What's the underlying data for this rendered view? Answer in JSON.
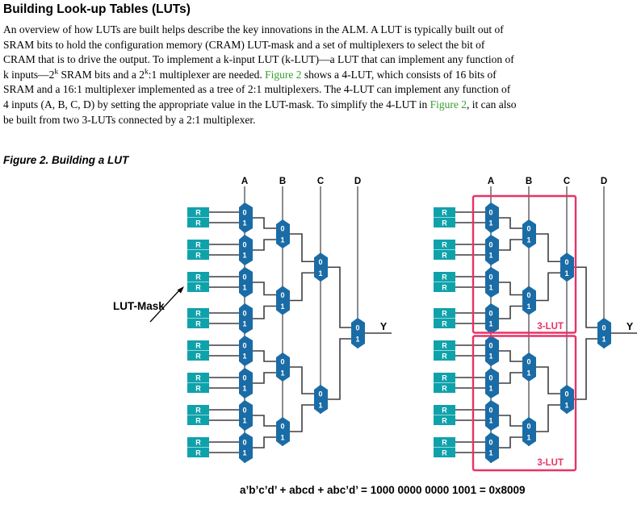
{
  "page": {
    "heading": "Building Look-up Tables (LUTs)",
    "paragraph_lines": [
      [
        {
          "t": "An overview of how LUTs are built helps describe the key innovations in the ALM. A LUT is typically built out of"
        }
      ],
      [
        {
          "t": "SRAM bits to hold the configuration memory (CRAM) LUT-mask and a set of multiplexers to select the bit of"
        }
      ],
      [
        {
          "t": "CRAM that is to drive the output. To implement a k-input LUT (k-LUT)—a LUT that can implement any function of"
        }
      ],
      [
        {
          "t": "k inputs—2"
        },
        {
          "t": "k",
          "style": "sup"
        },
        {
          "t": " SRAM bits and a 2"
        },
        {
          "t": "k",
          "style": "sup"
        },
        {
          "t": ":1 multiplexer are needed. "
        },
        {
          "t": "Figure 2",
          "style": "link"
        },
        {
          "t": " shows a 4-LUT, which consists of 16 bits of"
        }
      ],
      [
        {
          "t": "SRAM and a 16:1 multiplexer implemented as a tree of 2:1 multiplexers. The 4-LUT can implement any function of"
        }
      ],
      [
        {
          "t": "4 inputs (A, B, C, D) by setting the appropriate value in the LUT-mask. To simplify the 4-LUT in "
        },
        {
          "t": "Figure 2",
          "style": "link"
        },
        {
          "t": ", it can also"
        }
      ],
      [
        {
          "t": "be built from two 3-LUTs connected by a 2:1 multiplexer."
        }
      ]
    ],
    "figure_caption": "Figure 2. Building a LUT",
    "formula": "a’b’c’d’ + abcd + abc’d’ = 1000 0000 0000 1001 = 0x8009"
  },
  "diagram": {
    "inputs": [
      "A",
      "B",
      "C",
      "D"
    ],
    "sram_label": "R",
    "sram_bit_count": 16,
    "mux_port_labels": [
      "0",
      "1"
    ],
    "mux_counts_per_level": [
      8,
      4,
      2,
      1
    ],
    "output_label": "Y",
    "lut_mask_label": "LUT-Mask",
    "three_lut_label": "3-LUT",
    "colors": {
      "sram": "#10A2AB",
      "sram_divider": "#90D8DB",
      "mux": "#1A6CA6",
      "wire": "#3E3F43",
      "select_line": "#77787C",
      "lut_box": "#E93266",
      "link_green": "#33A02C"
    }
  }
}
